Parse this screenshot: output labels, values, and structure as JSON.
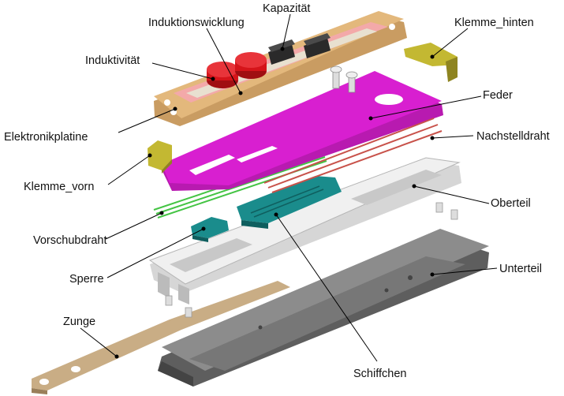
{
  "labels": {
    "induktionswicklung": "Induktionswicklung",
    "kapazitaet": "Kapazität",
    "klemme_hinten": "Klemme_hinten",
    "induktivitaet": "Induktivität",
    "feder": "Feder",
    "elektronikplatine": "Elektronikplatine",
    "nachstelldraht": "Nachstelldraht",
    "klemme_vorn": "Klemme_vorn",
    "oberteil": "Oberteil",
    "vorschubdraht": "Vorschubdraht",
    "unterteil": "Unterteil",
    "sperre": "Sperre",
    "zunge": "Zunge",
    "schiffchen": "Schiffchen"
  },
  "colors": {
    "platine": "#e3b87c",
    "platine_frame": "#f3a9a9",
    "induktivitaet": "#d5141a",
    "kapazitaet": "#2a2a2a",
    "klemme": "#c3b832",
    "feder": "#d81fd0",
    "nachstelldraht": "#c8524a",
    "vorschubdraht": "#44c444",
    "oberteil": "#e8e8e8",
    "unterteil": "#707070",
    "sperre": "#1a8c8c",
    "schiffchen": "#1a8c8c",
    "zunge": "#c9ad85"
  }
}
